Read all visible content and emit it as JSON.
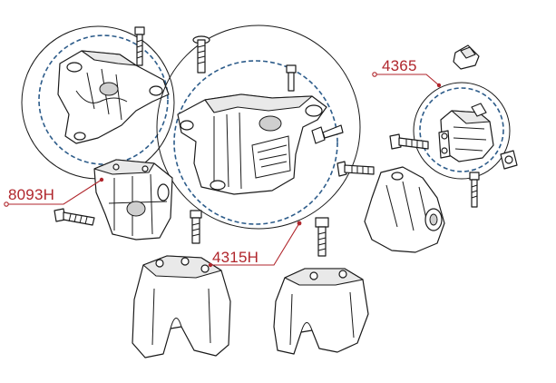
{
  "callouts": {
    "c8093": "8093H",
    "c4315": "4315H",
    "c4365": "4365"
  },
  "colors": {
    "leader": "#b0262c",
    "detail_ring": "#2d5c8a",
    "outline": "#1a1a1a"
  }
}
